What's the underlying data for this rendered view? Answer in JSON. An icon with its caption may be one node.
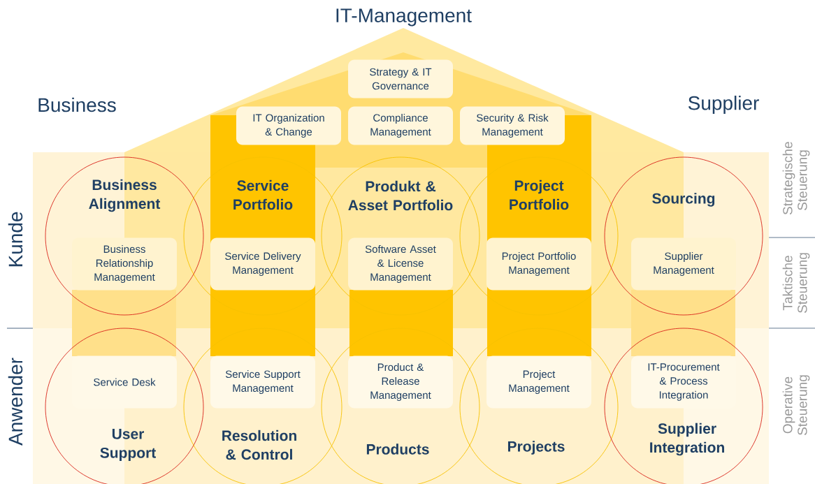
{
  "diagram": {
    "title": "IT-Management",
    "nodes": [
      {
        "text": [
          "Strategy & IT Governance"
        ]
      },
      {
        "text": [
          "IT Organization & Change"
        ]
      },
      {
        "text": [
          "Compliance Management"
        ]
      },
      {
        "text": [
          "Security & Risk Management"
        ]
      },
      {
        "text": [
          "Business Alignment"
        ]
      },
      {
        "text": [
          "Business Relationship Management"
        ],
        "in": 4
      },
      {
        "text": [
          "Service Portfolio"
        ]
      },
      {
        "text": [
          "Service Delivery Management"
        ],
        "in": 6
      },
      {
        "text": [
          "Produkt & Asset Portfolio"
        ]
      },
      {
        "text": [
          "Software Asset & License Management"
        ],
        "in": 8
      },
      {
        "text": [
          "Project Portfolio"
        ]
      },
      {
        "text": [
          "Project Portfolio Management"
        ],
        "in": 10
      },
      {
        "text": [
          "Sourcing"
        ]
      },
      {
        "text": [
          "Supplier Management"
        ],
        "in": 12
      },
      {
        "text": [
          "User Support"
        ]
      },
      {
        "text": [
          "Service Desk"
        ],
        "in": 14
      },
      {
        "text": [
          "Resolution & Control"
        ]
      },
      {
        "text": [
          "Service Support Management"
        ],
        "in": 16
      },
      {
        "text": [
          "Products"
        ]
      },
      {
        "text": [
          "Product & Release Management"
        ],
        "in": 18
      },
      {
        "text": [
          "Projects"
        ]
      },
      {
        "text": [
          "Project Management"
        ],
        "in": 20
      },
      {
        "text": [
          "Supplier Integration"
        ]
      },
      {
        "text": [
          "IT-Procurement & Process Integration"
        ],
        "in": 22
      }
    ],
    "labels": [
      "Business",
      "Supplier",
      "Kunde",
      "Anwender",
      "Strategische Steuerung",
      "Taktische Steuerung",
      "Operative Steuerung"
    ]
  }
}
